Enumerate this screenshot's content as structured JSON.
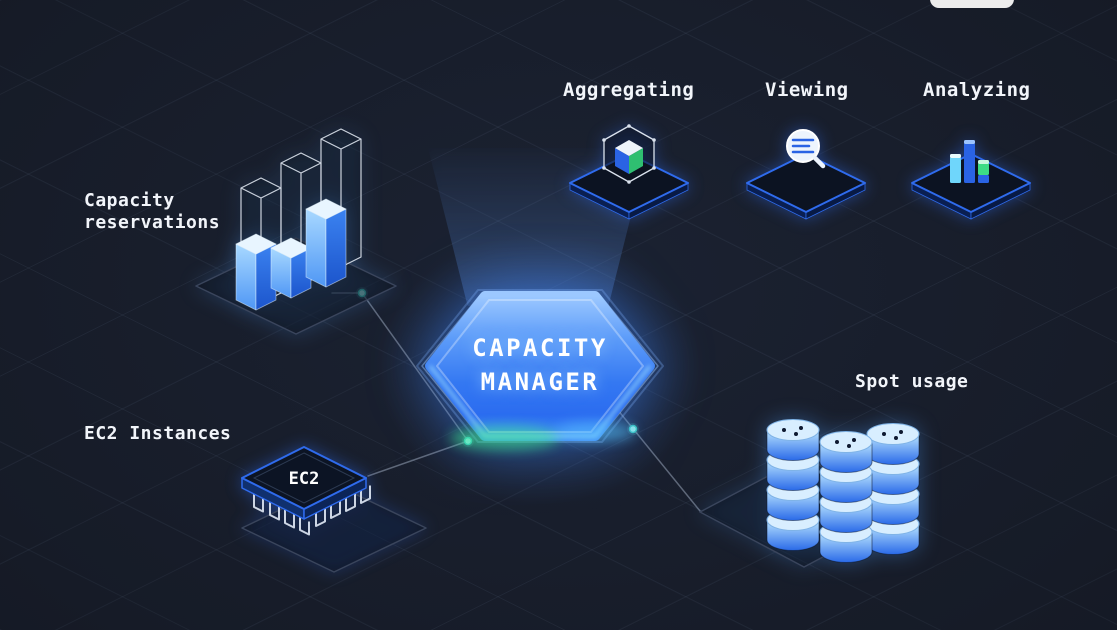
{
  "scene": {
    "hexagon": {
      "line1": "CAPACITY",
      "line2": "MANAGER",
      "icon": "hexagon-core-icon"
    },
    "top_row": [
      {
        "label": "Aggregating",
        "icon": "cube-network-icon"
      },
      {
        "label": "Viewing",
        "icon": "magnifying-glass-icon"
      },
      {
        "label": "Analyzing",
        "icon": "mini-bar-chart-icon"
      }
    ],
    "capacity_reservations": {
      "line1": "Capacity",
      "line2": "reservations",
      "icon": "isometric-bar-chart-icon"
    },
    "ec2": {
      "label": "EC2 Instances",
      "chip": "EC2",
      "icon": "cpu-chip-icon"
    },
    "spot": {
      "label": "Spot usage",
      "icon": "server-stack-icon"
    },
    "colors": {
      "background": "#161b27",
      "accent_blue": "#2f6bed",
      "light_blue": "#8ec3ff",
      "green": "#34d399",
      "teal_dot": "#5eead4",
      "platform_outline": "#3a455c",
      "wire": "#98a4b8",
      "text": "#f2f5fa"
    }
  }
}
